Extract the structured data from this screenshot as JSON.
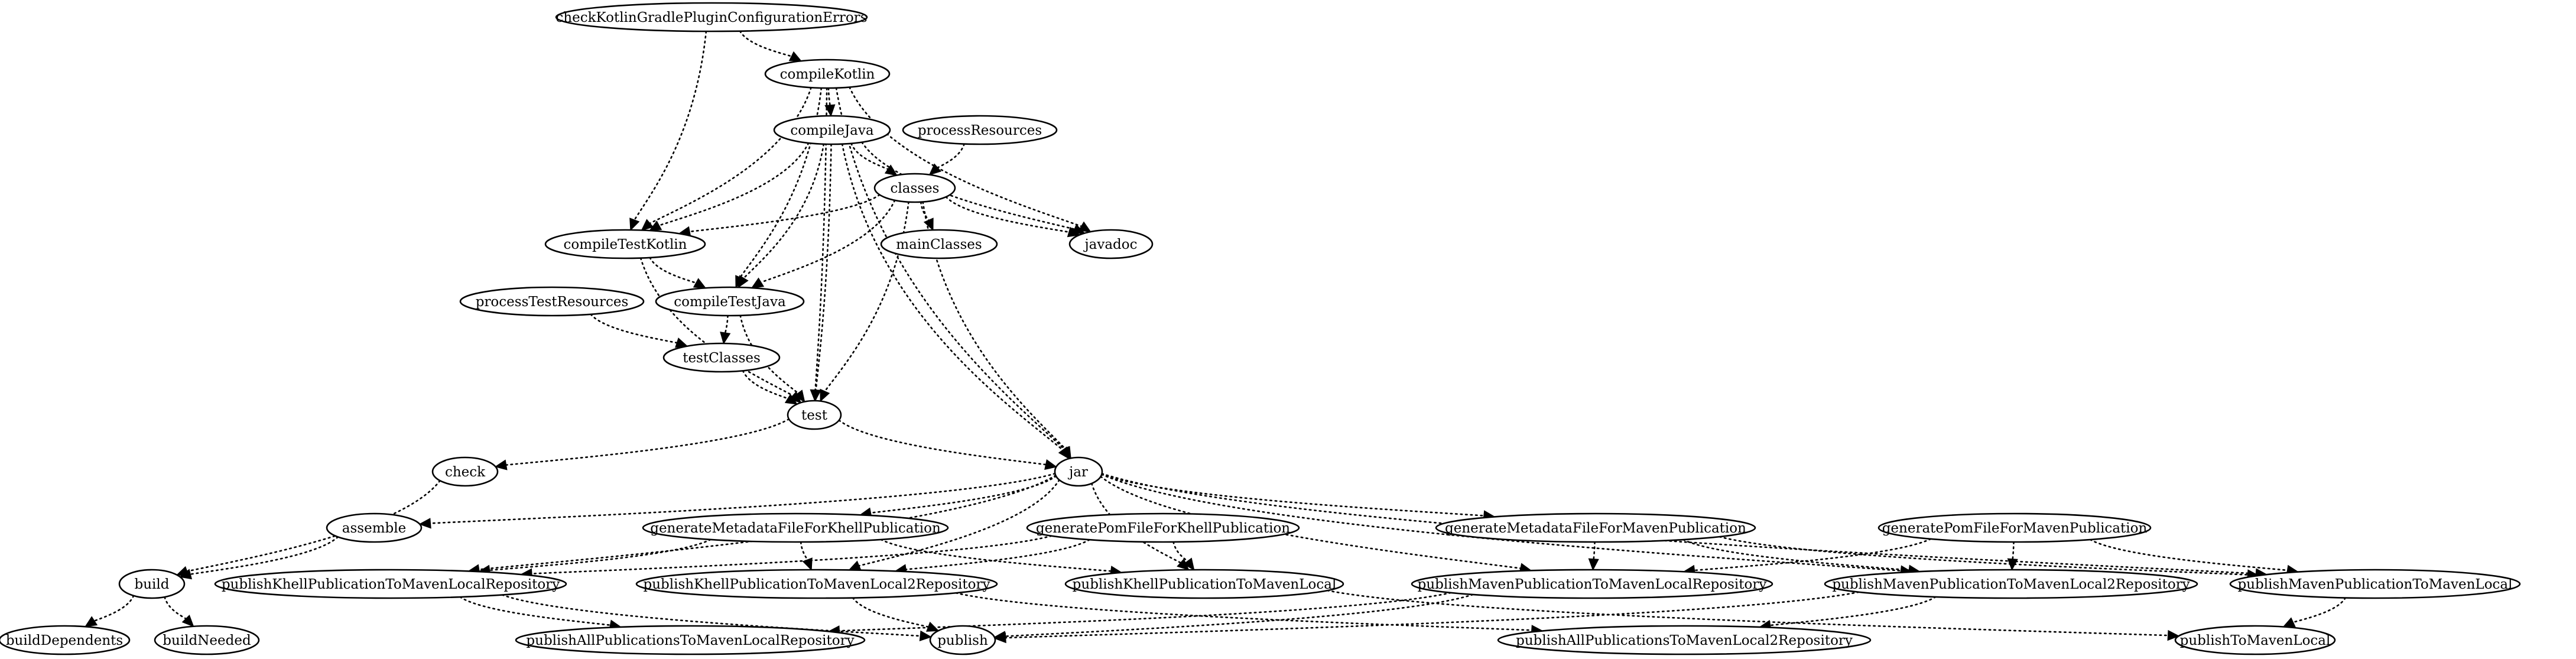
{
  "graph": {
    "nodes": [
      {
        "id": "checkKotlinGradlePluginConfigurationErrors",
        "label": "checkKotlinGradlePluginConfigurationErrors"
      },
      {
        "id": "compileKotlin",
        "label": "compileKotlin"
      },
      {
        "id": "compileJava",
        "label": "compileJava"
      },
      {
        "id": "processResources",
        "label": "processResources"
      },
      {
        "id": "classes",
        "label": "classes"
      },
      {
        "id": "compileTestKotlin",
        "label": "compileTestKotlin"
      },
      {
        "id": "mainClasses",
        "label": "mainClasses"
      },
      {
        "id": "javadoc",
        "label": "javadoc"
      },
      {
        "id": "processTestResources",
        "label": "processTestResources"
      },
      {
        "id": "compileTestJava",
        "label": "compileTestJava"
      },
      {
        "id": "testClasses",
        "label": "testClasses"
      },
      {
        "id": "test",
        "label": "test"
      },
      {
        "id": "check",
        "label": "check"
      },
      {
        "id": "jar",
        "label": "jar"
      },
      {
        "id": "assemble",
        "label": "assemble"
      },
      {
        "id": "generateMetadataFileForKhellPublication",
        "label": "generateMetadataFileForKhellPublication"
      },
      {
        "id": "generatePomFileForKhellPublication",
        "label": "generatePomFileForKhellPublication"
      },
      {
        "id": "generateMetadataFileForMavenPublication",
        "label": "generateMetadataFileForMavenPublication"
      },
      {
        "id": "generatePomFileForMavenPublication",
        "label": "generatePomFileForMavenPublication"
      },
      {
        "id": "build",
        "label": "build"
      },
      {
        "id": "publishKhellPublicationToMavenLocalRepository",
        "label": "publishKhellPublicationToMavenLocalRepository"
      },
      {
        "id": "publishKhellPublicationToMavenLocal2Repository",
        "label": "publishKhellPublicationToMavenLocal2Repository"
      },
      {
        "id": "publishKhellPublicationToMavenLocal",
        "label": "publishKhellPublicationToMavenLocal"
      },
      {
        "id": "publishMavenPublicationToMavenLocalRepository",
        "label": "publishMavenPublicationToMavenLocalRepository"
      },
      {
        "id": "publishMavenPublicationToMavenLocal2Repository",
        "label": "publishMavenPublicationToMavenLocal2Repository"
      },
      {
        "id": "publishMavenPublicationToMavenLocal",
        "label": "publishMavenPublicationToMavenLocal"
      },
      {
        "id": "buildDependents",
        "label": "buildDependents"
      },
      {
        "id": "buildNeeded",
        "label": "buildNeeded"
      },
      {
        "id": "publishAllPublicationsToMavenLocalRepository",
        "label": "publishAllPublicationsToMavenLocalRepository"
      },
      {
        "id": "publish",
        "label": "publish"
      },
      {
        "id": "publishAllPublicationsToMavenLocal2Repository",
        "label": "publishAllPublicationsToMavenLocal2Repository"
      },
      {
        "id": "publishToMavenLocal",
        "label": "publishToMavenLocal"
      }
    ],
    "edges": [
      {
        "from": "checkKotlinGradlePluginConfigurationErrors",
        "to": "compileKotlin"
      },
      {
        "from": "checkKotlinGradlePluginConfigurationErrors",
        "to": "compileTestKotlin"
      },
      {
        "from": "compileKotlin",
        "to": "compileJava"
      },
      {
        "from": "compileKotlin",
        "to": "compileTestKotlin"
      },
      {
        "from": "compileKotlin",
        "to": "compileTestJava"
      },
      {
        "from": "compileKotlin",
        "to": "javadoc"
      },
      {
        "from": "compileKotlin",
        "to": "test"
      },
      {
        "from": "compileKotlin",
        "to": "jar"
      },
      {
        "from": "compileJava",
        "to": "classes"
      },
      {
        "from": "compileJava",
        "to": "compileTestKotlin"
      },
      {
        "from": "compileJava",
        "to": "compileTestJava"
      },
      {
        "from": "compileJava",
        "to": "javadoc"
      },
      {
        "from": "compileJava",
        "to": "test"
      },
      {
        "from": "compileJava",
        "to": "jar"
      },
      {
        "from": "processResources",
        "to": "classes"
      },
      {
        "from": "classes",
        "to": "compileTestKotlin"
      },
      {
        "from": "classes",
        "to": "mainClasses"
      },
      {
        "from": "classes",
        "to": "javadoc"
      },
      {
        "from": "classes",
        "to": "compileTestJava"
      },
      {
        "from": "classes",
        "to": "test"
      },
      {
        "from": "classes",
        "to": "jar"
      },
      {
        "from": "compileTestKotlin",
        "to": "compileTestJava"
      },
      {
        "from": "compileTestKotlin",
        "to": "test"
      },
      {
        "from": "processTestResources",
        "to": "testClasses"
      },
      {
        "from": "compileTestJava",
        "to": "testClasses"
      },
      {
        "from": "compileTestJava",
        "to": "test"
      },
      {
        "from": "testClasses",
        "to": "test"
      },
      {
        "from": "test",
        "to": "check"
      },
      {
        "from": "test",
        "to": "jar"
      },
      {
        "from": "check",
        "to": "build"
      },
      {
        "from": "jar",
        "to": "assemble"
      },
      {
        "from": "jar",
        "to": "generateMetadataFileForKhellPublication"
      },
      {
        "from": "jar",
        "to": "generateMetadataFileForMavenPublication"
      },
      {
        "from": "jar",
        "to": "publishKhellPublicationToMavenLocalRepository"
      },
      {
        "from": "jar",
        "to": "publishKhellPublicationToMavenLocal2Repository"
      },
      {
        "from": "jar",
        "to": "publishKhellPublicationToMavenLocal"
      },
      {
        "from": "jar",
        "to": "publishMavenPublicationToMavenLocalRepository"
      },
      {
        "from": "jar",
        "to": "publishMavenPublicationToMavenLocal2Repository"
      },
      {
        "from": "jar",
        "to": "publishMavenPublicationToMavenLocal"
      },
      {
        "from": "assemble",
        "to": "build"
      },
      {
        "from": "generateMetadataFileForKhellPublication",
        "to": "publishKhellPublicationToMavenLocalRepository"
      },
      {
        "from": "generateMetadataFileForKhellPublication",
        "to": "publishKhellPublicationToMavenLocal2Repository"
      },
      {
        "from": "generateMetadataFileForKhellPublication",
        "to": "publishKhellPublicationToMavenLocal"
      },
      {
        "from": "generatePomFileForKhellPublication",
        "to": "publishKhellPublicationToMavenLocalRepository"
      },
      {
        "from": "generatePomFileForKhellPublication",
        "to": "publishKhellPublicationToMavenLocal2Repository"
      },
      {
        "from": "generatePomFileForKhellPublication",
        "to": "publishKhellPublicationToMavenLocal"
      },
      {
        "from": "generateMetadataFileForMavenPublication",
        "to": "publishMavenPublicationToMavenLocalRepository"
      },
      {
        "from": "generateMetadataFileForMavenPublication",
        "to": "publishMavenPublicationToMavenLocal2Repository"
      },
      {
        "from": "generateMetadataFileForMavenPublication",
        "to": "publishMavenPublicationToMavenLocal"
      },
      {
        "from": "generatePomFileForMavenPublication",
        "to": "publishMavenPublicationToMavenLocalRepository"
      },
      {
        "from": "generatePomFileForMavenPublication",
        "to": "publishMavenPublicationToMavenLocal2Repository"
      },
      {
        "from": "generatePomFileForMavenPublication",
        "to": "publishMavenPublicationToMavenLocal"
      },
      {
        "from": "build",
        "to": "buildDependents"
      },
      {
        "from": "build",
        "to": "buildNeeded"
      },
      {
        "from": "publishKhellPublicationToMavenLocalRepository",
        "to": "publishAllPublicationsToMavenLocalRepository"
      },
      {
        "from": "publishKhellPublicationToMavenLocalRepository",
        "to": "publish"
      },
      {
        "from": "publishKhellPublicationToMavenLocal2Repository",
        "to": "publish"
      },
      {
        "from": "publishKhellPublicationToMavenLocal2Repository",
        "to": "publishAllPublicationsToMavenLocal2Repository"
      },
      {
        "from": "publishKhellPublicationToMavenLocal",
        "to": "publishToMavenLocal"
      },
      {
        "from": "publishMavenPublicationToMavenLocalRepository",
        "to": "publishAllPublicationsToMavenLocalRepository"
      },
      {
        "from": "publishMavenPublicationToMavenLocalRepository",
        "to": "publish"
      },
      {
        "from": "publishMavenPublicationToMavenLocal2Repository",
        "to": "publish"
      },
      {
        "from": "publishMavenPublicationToMavenLocal2Repository",
        "to": "publishAllPublicationsToMavenLocal2Repository"
      },
      {
        "from": "publishMavenPublicationToMavenLocal",
        "to": "publishToMavenLocal"
      }
    ]
  }
}
